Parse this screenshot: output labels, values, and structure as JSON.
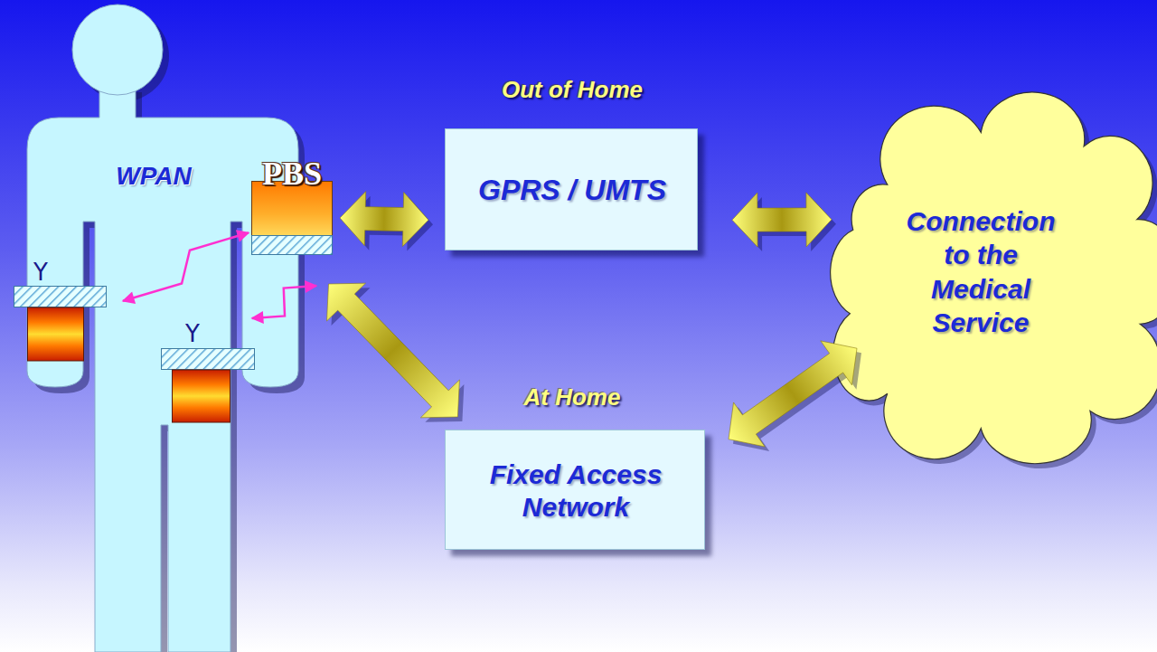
{
  "diagram": {
    "nodes": [
      {
        "text": [
          "WPAN"
        ]
      },
      {
        "text": [
          "PBS"
        ],
        "in": 0
      },
      {
        "text": [
          "Y"
        ],
        "in": 0
      },
      {
        "text": [
          "Y"
        ],
        "in": 0
      },
      {
        "text": [
          "Out of Home",
          "GPRS / UMTS"
        ]
      },
      {
        "text": [
          "At Home",
          "Fixed Access Network"
        ]
      },
      {
        "text": [
          "Connection to the Medical Service"
        ]
      }
    ],
    "edges": [
      {
        "from": 1,
        "to": 2,
        "arrow": "both"
      },
      {
        "from": 1,
        "to": 3,
        "arrow": "both"
      },
      {
        "from": 1,
        "to": 4,
        "arrow": "both"
      },
      {
        "from": 4,
        "to": 6,
        "arrow": "both"
      },
      {
        "from": 1,
        "to": 5,
        "arrow": "both"
      },
      {
        "from": 5,
        "to": 6,
        "arrow": "both"
      }
    ]
  }
}
